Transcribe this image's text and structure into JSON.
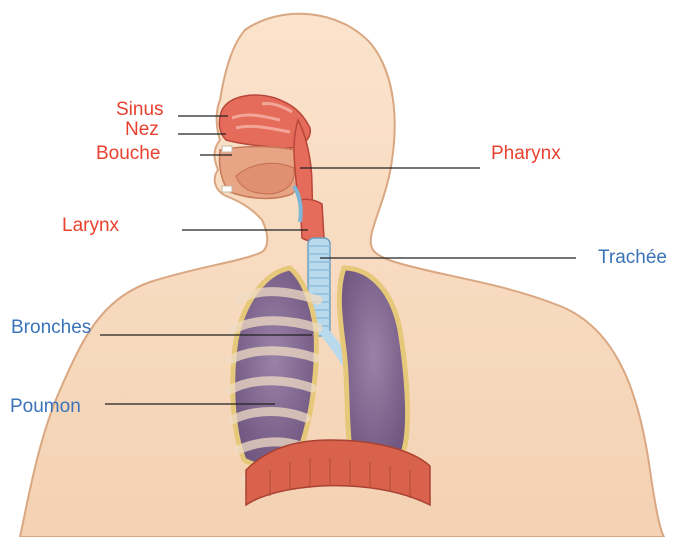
{
  "colors": {
    "upper_airway_label": "#e8412f",
    "lower_airway_label": "#3a73b8",
    "skin": "#f7d9bd",
    "skin_outline": "#d9a781",
    "lung": "#8a6f97",
    "lung_outline": "#e6c87a",
    "trachea": "#b9d9ec",
    "nasal_tissue": "#e56b5b",
    "diaphragm": "#d9624c"
  },
  "labels": {
    "sinus": "Sinus",
    "nez": "Nez",
    "bouche": "Bouche",
    "larynx": "Larynx",
    "pharynx": "Pharynx",
    "trachee": "Trachée",
    "bronches": "Bronches",
    "poumon": "Poumon"
  }
}
